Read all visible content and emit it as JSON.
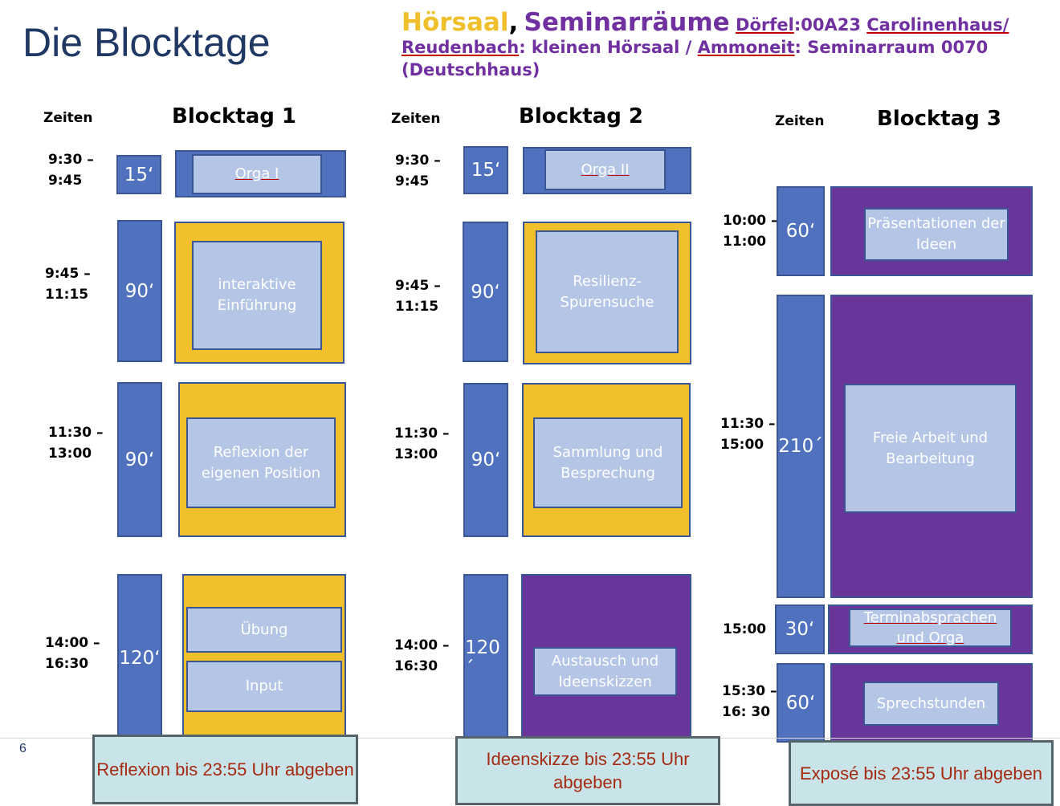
{
  "title": "Die Blocktage",
  "rooms": {
    "hoersaal": "Hörsaal",
    "comma": ",",
    "seminarraeume": "Seminarräume",
    "doerfel": "Dörfel",
    "doerfel_room": ":00A23",
    "carolinenhaus": "Carolinenhaus/",
    "reudenbach": "Reudenbach",
    "reudenbach_room": ": kleinen Hörsaal / ",
    "ammoneit": "Ammoneit",
    "ammoneit_room": ": Seminarraum 0070",
    "deutschhaus": "(Deutschhaus)"
  },
  "day1": {
    "zeiten": "Zeiten",
    "title": "Blocktag 1",
    "slots": [
      {
        "time": "9:30 –\n9:45",
        "duration": "15‘",
        "items": [
          "Orga I"
        ]
      },
      {
        "time": "9:45 –\n11:15",
        "duration": "90‘",
        "items": [
          "interaktive Einführung"
        ]
      },
      {
        "time": "11:30 –\n13:00",
        "duration": "90‘",
        "items": [
          "Reflexion der eigenen Position"
        ]
      },
      {
        "time": "14:00 –\n16:30",
        "duration": "120‘",
        "items": [
          "Übung",
          "Input"
        ]
      }
    ],
    "deadline": "Reflexion bis 23:55 Uhr abgeben"
  },
  "day2": {
    "zeiten": "Zeiten",
    "title": "Blocktag 2",
    "slots": [
      {
        "time": "9:30 –\n9:45",
        "duration": "15‘",
        "items": [
          "Orga II"
        ]
      },
      {
        "time": "9:45 –\n11:15",
        "duration": "90‘",
        "items": [
          "Resilienz-Spurensuche"
        ]
      },
      {
        "time": "11:30 –\n13:00",
        "duration": "90‘",
        "items": [
          "Sammlung und Besprechung"
        ]
      },
      {
        "time": "14:00 –\n16:30",
        "duration": "120´",
        "items": [
          "Austausch und Ideenskizzen"
        ]
      }
    ],
    "deadline": "Ideenskizze bis 23:55 Uhr abgeben"
  },
  "day3": {
    "zeiten": "Zeiten",
    "title": "Blocktag 3",
    "slots": [
      {
        "time": "10:00 –\n11:00",
        "duration": "60‘",
        "items": [
          "Präsentationen der Ideen"
        ]
      },
      {
        "time": "11:30 –\n15:00",
        "duration": "210´",
        "items": [
          "Freie Arbeit und Bearbeitung"
        ]
      },
      {
        "time": "15:00",
        "duration": "30‘",
        "items": [
          "Terminabsprachen und Orga"
        ]
      },
      {
        "time": "15:30 –\n16: 30",
        "duration": "60‘",
        "items": [
          "Sprechstunden"
        ]
      }
    ],
    "deadline": "Exposé bis 23:55 Uhr abgeben"
  },
  "page_number": "6",
  "colors": {
    "title": "#1f3864",
    "duration_blue": "#4f71be",
    "session_yellow": "#f1c02c",
    "session_purple": "#6a359b",
    "inner_box": "#b4c5e6",
    "deadline_bg": "#c9e4e8",
    "deadline_text": "#a52a12"
  }
}
